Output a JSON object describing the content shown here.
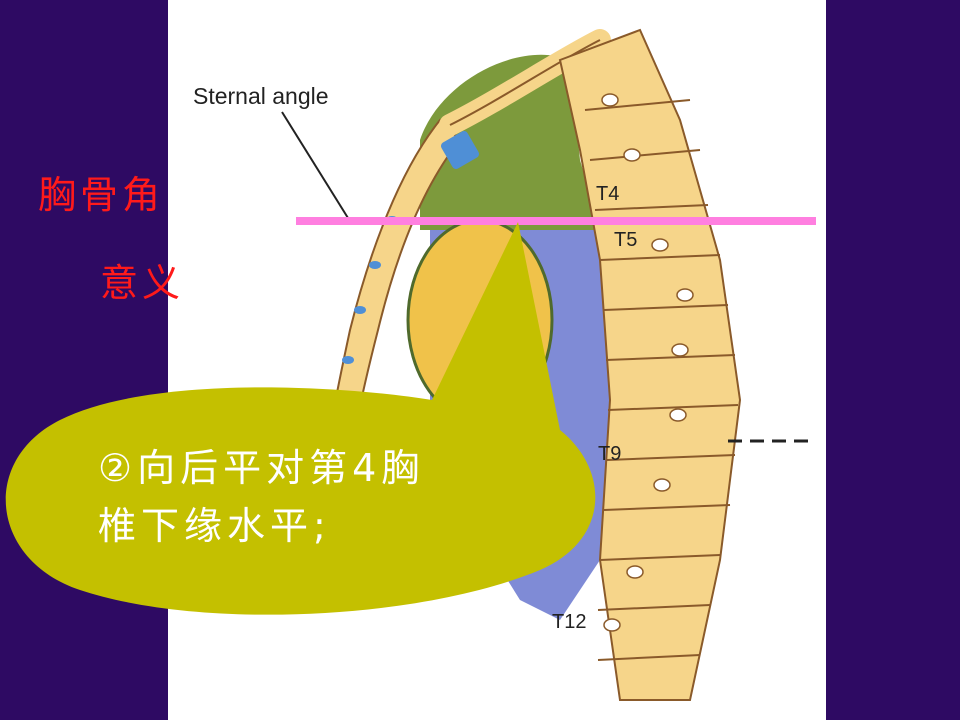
{
  "colors": {
    "background": "#2e0a63",
    "title": "#ff1a1a",
    "pink_line": "#ff7fe0",
    "bubble": "#c4c000",
    "bubble_text": "#ffffff",
    "bone": "#f6d58a",
    "lung": "#7f8bd6",
    "pericardium": "#7d9a3c",
    "heart": "#f0c24a",
    "sternum_blue": "#4f8fd6"
  },
  "title": {
    "line1": "胸骨角",
    "line2": "意义"
  },
  "figure": {
    "callout_label": "Sternal angle",
    "vertebra_labels": [
      "T4",
      "T5",
      "T9",
      "T12"
    ]
  },
  "bubble": {
    "line1": "②向后平对第4胸",
    "line2": "椎下缘水平;"
  }
}
